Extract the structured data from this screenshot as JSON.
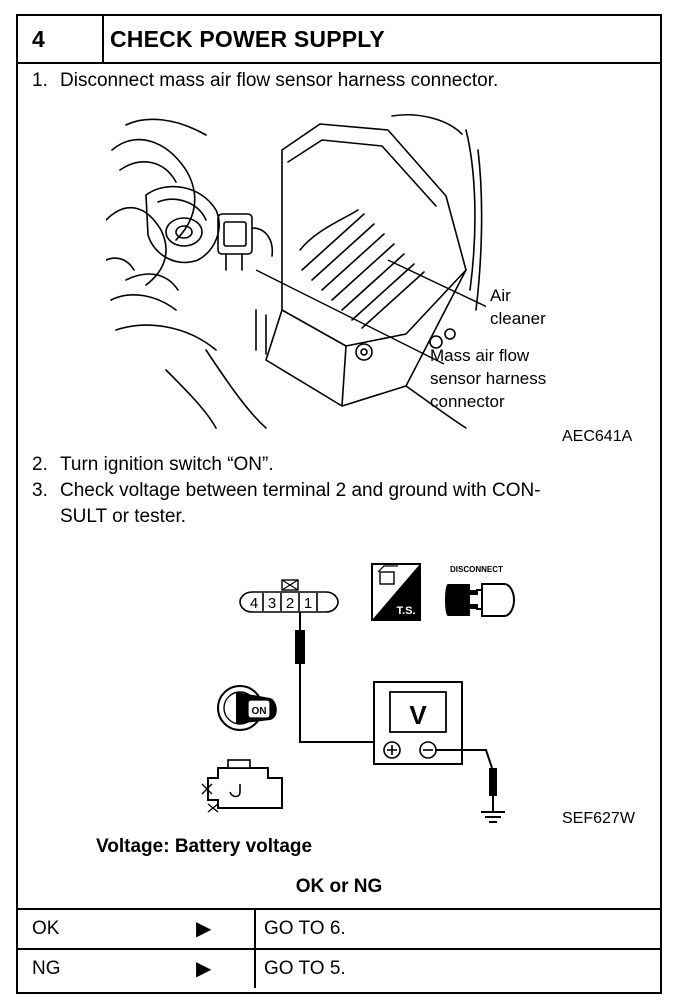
{
  "header": {
    "step_number": "4",
    "title": "CHECK POWER SUPPLY"
  },
  "steps": [
    {
      "num": "1.",
      "text": "Disconnect mass air flow sensor harness connector."
    },
    {
      "num": "2.",
      "text": "Turn ignition switch “ON”."
    },
    {
      "num": "3.",
      "text_line1": "Check voltage between terminal 2 and ground with CON-",
      "text_line2": "SULT or tester."
    }
  ],
  "figure1": {
    "callout_air_cleaner": [
      "Air",
      "cleaner"
    ],
    "callout_maf_connector": [
      "Mass air flow",
      "sensor harness",
      "connector"
    ],
    "code": "AEC641A"
  },
  "figure2": {
    "connector_terminals": [
      "4",
      "3",
      "2",
      "1"
    ],
    "disconnect_label": "DISCONNECT",
    "ts_label": "T.S.",
    "meter_label": "V",
    "ignition_label": "ON",
    "code": "SEF627W"
  },
  "spec": "Voltage: Battery voltage",
  "result_heading": "OK or NG",
  "results": [
    {
      "result": "OK",
      "arrow": "▶",
      "action": "GO TO 6."
    },
    {
      "result": "NG",
      "arrow": "▶",
      "action": "GO TO 5."
    }
  ]
}
